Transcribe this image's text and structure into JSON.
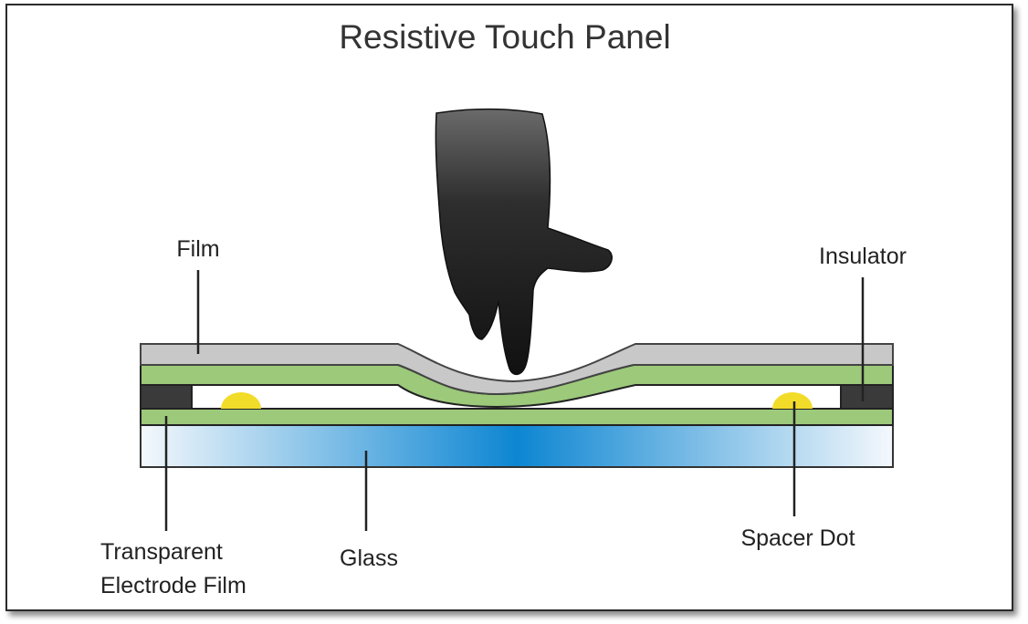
{
  "diagram": {
    "title": "Resistive Touch Panel",
    "labels": {
      "film": "Film",
      "insulator": "Insulator",
      "transparent_electrode_line1": "Transparent",
      "transparent_electrode_line2": "Electrode Film",
      "glass": "Glass",
      "spacer_dot": "Spacer Dot"
    },
    "colors": {
      "film": "#c8c8c8",
      "electrode": "#9cc97a",
      "insulator": "#3a3a3a",
      "spacer_dot": "#f2dc2a",
      "glass_center": "#1288d4",
      "glass_edge": "#eef4fa",
      "hand": "#2a2a2a",
      "outline": "#222222"
    },
    "icons": {
      "hand": "pointing-hand-icon"
    }
  }
}
